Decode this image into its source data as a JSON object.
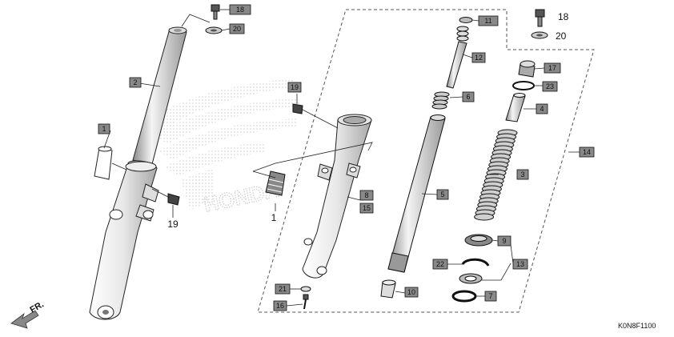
{
  "diagram": {
    "watermark": "HONDA",
    "diagram_code": "K0N8F1100",
    "direction_label": "FR."
  },
  "callouts": {
    "c1_box": "1",
    "c1_plain": "1",
    "c2": "2",
    "c3": "3",
    "c4": "4",
    "c5": "5",
    "c6": "6",
    "c7": "7",
    "c8": "8",
    "c9": "9",
    "c10": "10",
    "c11": "11",
    "c12": "12",
    "c13": "13",
    "c14": "14",
    "c15": "15",
    "c16": "16",
    "c17": "17",
    "c18_box": "18",
    "c18_plain": "18",
    "c19_box": "19",
    "c19_plain": "19",
    "c20_box": "20",
    "c20_plain": "20",
    "c21": "21",
    "c22": "22",
    "c23": "23"
  }
}
